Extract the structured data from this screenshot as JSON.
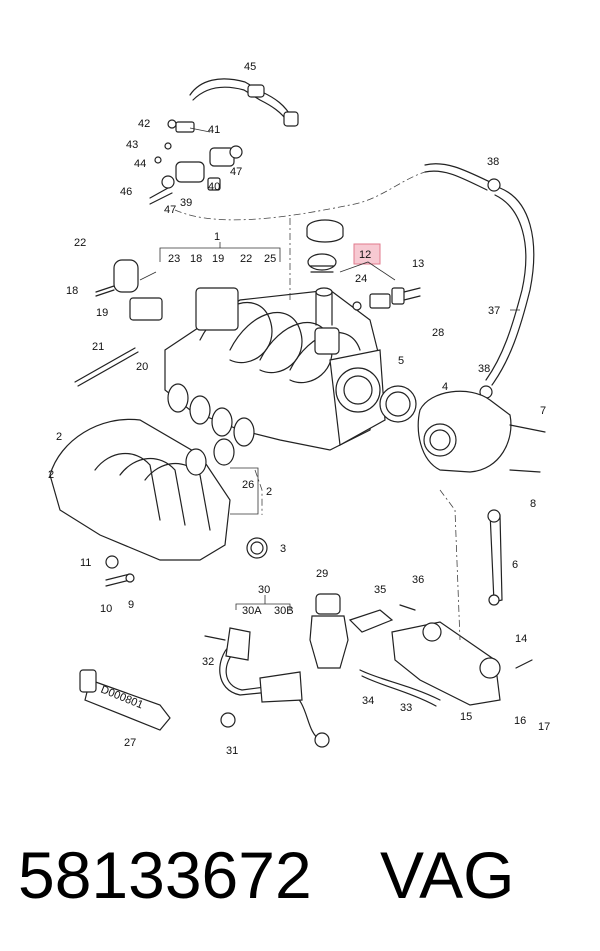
{
  "diagram": {
    "highlighted_callout": "12",
    "tube_label": "D000801",
    "callouts": [
      "1",
      "2",
      "2",
      "2",
      "3",
      "4",
      "5",
      "6",
      "7",
      "8",
      "9",
      "10",
      "11",
      "12",
      "13",
      "14",
      "15",
      "16",
      "17",
      "18",
      "18",
      "19",
      "19",
      "20",
      "21",
      "22",
      "22",
      "23",
      "24",
      "25",
      "26",
      "27",
      "28",
      "29",
      "30",
      "30A",
      "30B",
      "31",
      "32",
      "33",
      "34",
      "35",
      "36",
      "37",
      "38",
      "38",
      "39",
      "40",
      "41",
      "42",
      "43",
      "44",
      "45",
      "46",
      "47",
      "47"
    ]
  },
  "footer": {
    "part_number": "58133672",
    "brand": "VAG"
  }
}
